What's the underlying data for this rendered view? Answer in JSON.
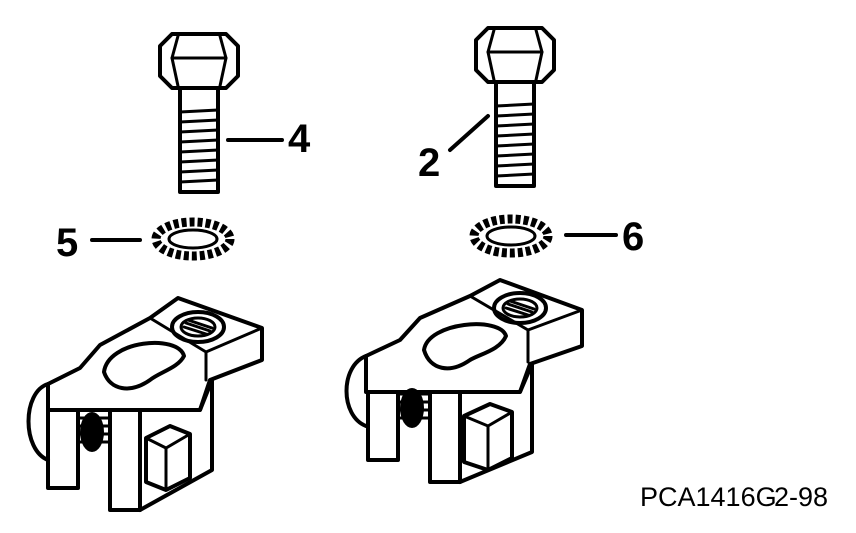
{
  "callouts": {
    "bolt_left": "4",
    "bolt_right": "2",
    "washer_left": "5",
    "washer_right": "6"
  },
  "figure_code": "PCA1416G",
  "page_ref": "2-98",
  "colors": {
    "ink": "#000000",
    "paper": "#ffffff"
  }
}
